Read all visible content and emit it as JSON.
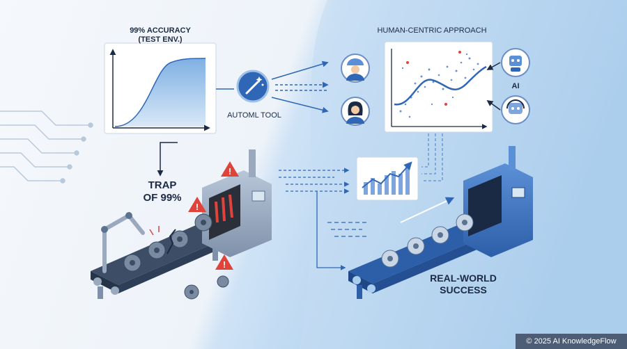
{
  "labels": {
    "accuracy_line1": "99% ACCURACY",
    "accuracy_line2": "(TEST ENV.)",
    "automl": "AUTOML TOOL",
    "trap_line1": "TRAP",
    "trap_line2": "OF 99%",
    "human_centric": "HUMAN-CENTRIC APPROACH",
    "ai": "AI",
    "success_line1": "REAL-WORLD",
    "success_line2": "SUCCESS"
  },
  "footer": "© 2025 AI KnowledgeFlow",
  "colors": {
    "accent_blue": "#2f66b6",
    "navy": "#1b2a44",
    "warning_red": "#e0433a",
    "light_blue": "#a9cdee"
  },
  "icons": [
    "magic-wand-icon",
    "warning-icon",
    "worker-icon",
    "female-user-icon",
    "robot-icon",
    "gear-icon"
  ]
}
